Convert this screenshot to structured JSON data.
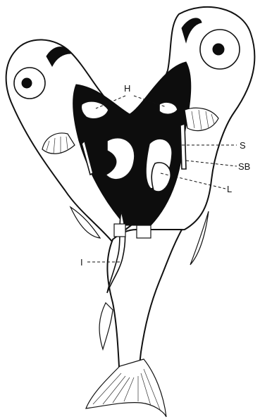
{
  "labels": {
    "heart": "H",
    "stomach": "S",
    "swim_bladder": "SB",
    "liver": "L",
    "intestine": "I"
  }
}
